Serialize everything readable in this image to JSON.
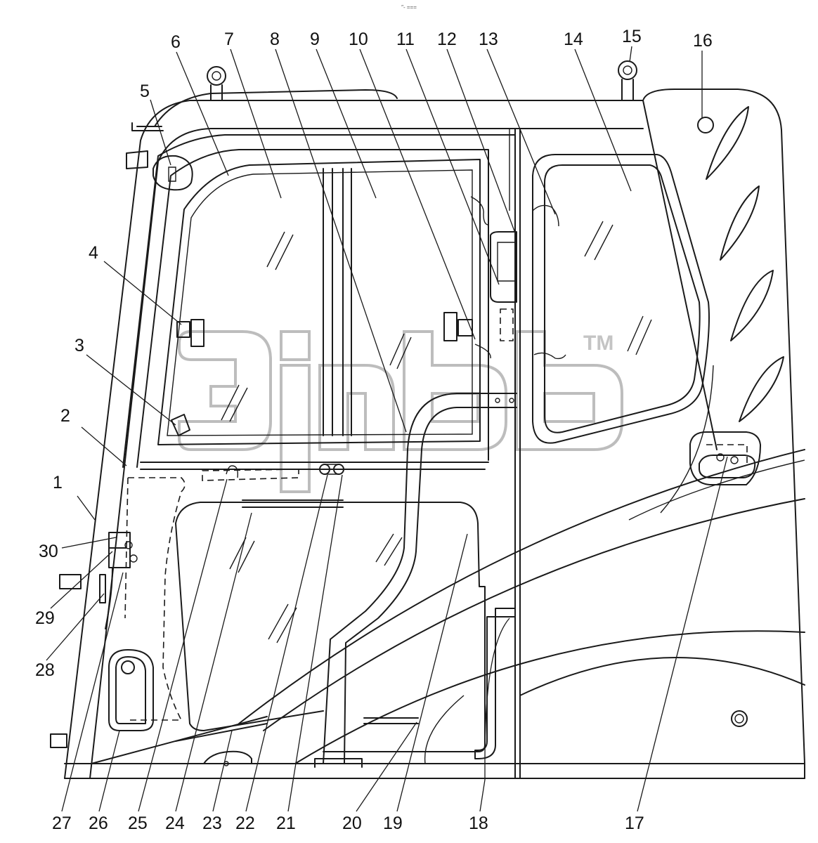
{
  "diagram": {
    "top_note": "″‐ ===",
    "watermark_tm": "TM",
    "callouts": [
      "1",
      "2",
      "3",
      "4",
      "5",
      "6",
      "7",
      "8",
      "9",
      "10",
      "11",
      "12",
      "13",
      "14",
      "15",
      "16",
      "17",
      "18",
      "19",
      "20",
      "21",
      "22",
      "23",
      "24",
      "25",
      "26",
      "27",
      "28",
      "29",
      "30"
    ]
  }
}
